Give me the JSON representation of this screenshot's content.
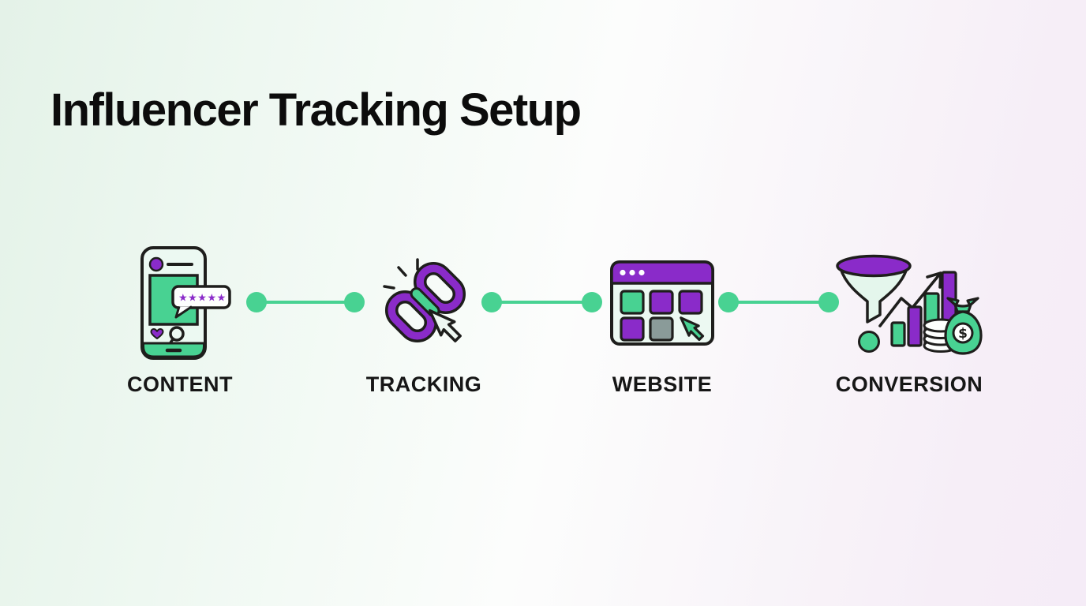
{
  "title": "Influencer Tracking Setup",
  "steps": [
    {
      "label": "CONTENT",
      "icon": "phone-social-post-icon",
      "rating_stars": "★★★★★"
    },
    {
      "label": "TRACKING",
      "icon": "link-click-icon"
    },
    {
      "label": "WEBSITE",
      "icon": "browser-grid-icon"
    },
    {
      "label": "CONVERSION",
      "icon": "funnel-growth-icon",
      "currency_symbol": "$"
    }
  ],
  "colors": {
    "green": "#48d292",
    "purple": "#8a2bc9",
    "outline": "#1e1e1c",
    "mint": "#ecf9f2",
    "gray": "#8a9b99",
    "white": "#fdfffd",
    "bg_left": "#e4f2e8",
    "bg_mid": "#fcfdfc",
    "bg_right": "#f6eef7",
    "title_color": "#0c0c0c",
    "label_color": "#161616"
  }
}
